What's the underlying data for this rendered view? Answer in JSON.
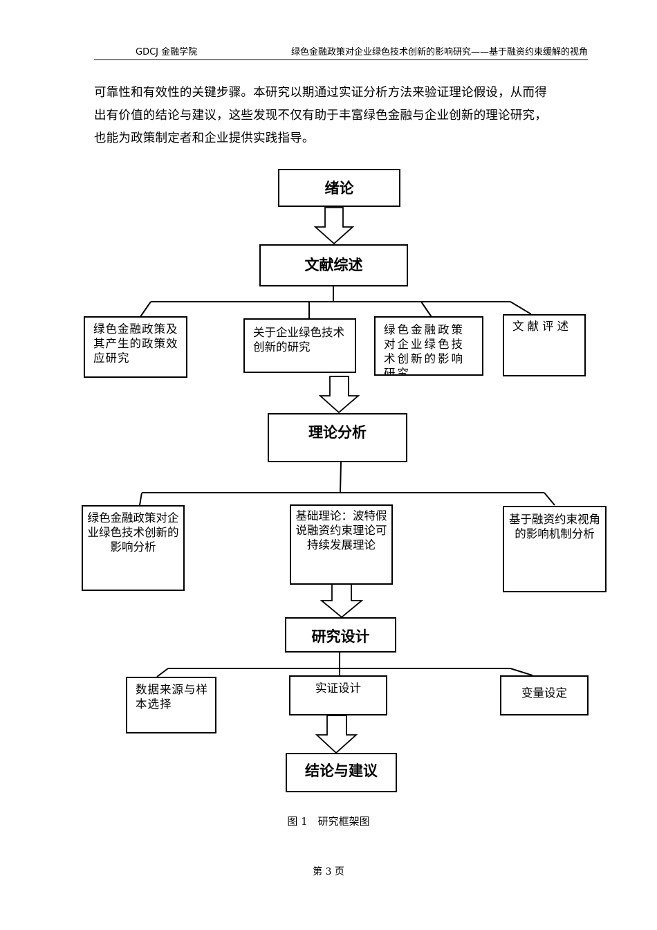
{
  "header": {
    "left": "GDCJ 金融学院",
    "right": "绿色金融政策对企业绿色技术创新的影响研究——基于融资约束缓解的视角"
  },
  "paragraph": {
    "lines": [
      "可靠性和有效性的关键步骤。本研究以期通过实证分析方法来验证理论假设，从而得",
      "出有价值的结论与建议，这些发现不仅有助于丰富绿色金融与企业创新的理论研究，",
      "也能为政策制定者和企业提供实践指导。"
    ]
  },
  "flowchart": {
    "intro": "绪论",
    "literature": {
      "title": "文献综述",
      "items": [
        "绿色金融政策及其产生的政策效应研究",
        "关于企业绿色技术创新的研究",
        "绿色金融政策对企业绿色技术创新的影响研究",
        "文献评述"
      ]
    },
    "theory": {
      "title": "理论分析",
      "items": [
        "绿色金融政策对企业绿色技术创新的影响分析",
        "基础理论：波特假说融资约束理论可持续发展理论",
        "基于融资约束视角的影响机制分析"
      ]
    },
    "design": {
      "title": "研究设计",
      "items": [
        "数据来源与样本选择",
        "实证设计",
        "变量设定"
      ]
    },
    "conclusion": "结论与建议"
  },
  "caption": "图 1　研究框架图",
  "footer": "第 3 页"
}
